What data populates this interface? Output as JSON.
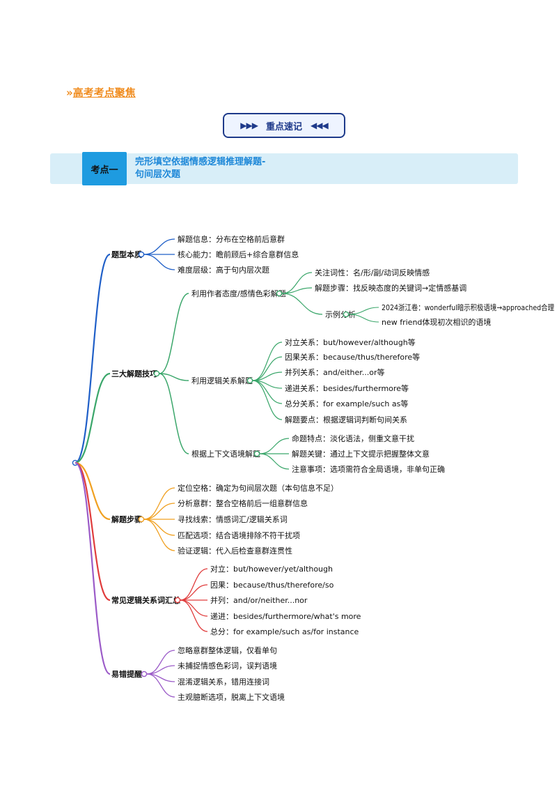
{
  "header": {
    "prefix": "»",
    "title": "高考考点聚焦"
  },
  "badge": {
    "left_arrows": "▶▶▶",
    "label": "重点速记",
    "right_arrows": "◀◀◀"
  },
  "topic": {
    "tag": "考点一",
    "title_line1": "完形填空依据情感逻辑推理解题-",
    "title_line2": "句间层次题"
  },
  "colors": {
    "blue": "#1f5fc8",
    "green": "#3aa66a",
    "orange": "#f0a020",
    "red": "#e03c3c",
    "purple": "#9b5bc8"
  },
  "mindmap": {
    "branches": [
      {
        "label": "题型本质",
        "color": "blue",
        "leaves": [
          "解题信息：分布在空格前后意群",
          "核心能力：瞻前顾后+综合意群信息",
          "难度层级：高于句内层次题"
        ]
      },
      {
        "label": "三大解题技巧",
        "color": "green",
        "subs": [
          {
            "label": "利用作者态度/感情色彩解题",
            "leaves": [
              "关注词性：名/形/副/动词反映情感",
              "解题步骤：找反映态度的关键词→定情感基调"
            ],
            "sub": {
              "label": "示例分析",
              "leaves": [
                "2024浙江卷：wonderful暗示积极语境→approached合理",
                "new friend体现初次相识的语境"
              ]
            }
          },
          {
            "label": "利用逻辑关系解题",
            "leaves": [
              "对立关系：but/however/although等",
              "因果关系：because/thus/therefore等",
              "并列关系：and/either...or等",
              "递进关系：besides/furthermore等",
              "总分关系：for example/such as等",
              "解题要点：根据逻辑词判断句间关系"
            ]
          },
          {
            "label": "根据上下文语境解题",
            "leaves": [
              "命题特点：淡化语法，侧重文意干扰",
              "解题关键：通过上下文提示把握整体文意",
              "注意事项：选项需符合全局语境，非单句正确"
            ]
          }
        ]
      },
      {
        "label": "解题步骤",
        "color": "orange",
        "leaves": [
          "定位空格：确定为句间层次题（本句信息不足）",
          "分析意群：整合空格前后一组意群信息",
          "寻找线索：情感词汇/逻辑关系词",
          "匹配选项：结合语境排除不符干扰项",
          "验证逻辑：代入后检查意群连贯性"
        ]
      },
      {
        "label": "常见逻辑关系词汇总",
        "color": "red",
        "leaves": [
          "对立：but/however/yet/although",
          "因果：because/thus/therefore/so",
          "并列：and/or/neither...nor",
          "递进：besides/furthermore/what's more",
          "总分：for example/such as/for instance"
        ]
      },
      {
        "label": "易错提醒",
        "color": "purple",
        "leaves": [
          "忽略意群整体逻辑，仅看单句",
          "未捕捉情感色彩词，误判语境",
          "混淆逻辑关系，错用连接词",
          "主观臆断选项，脱离上下文语境"
        ]
      }
    ]
  }
}
